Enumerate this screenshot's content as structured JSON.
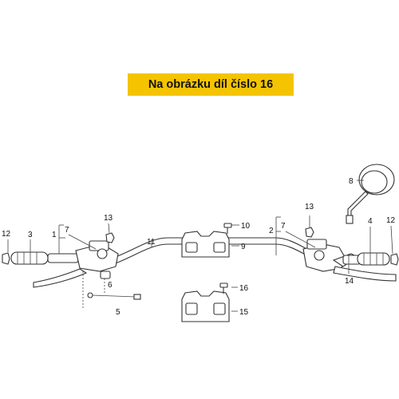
{
  "banner": {
    "text": "Na obrázku díl číslo 16"
  },
  "labels": {
    "l1": "1",
    "l2": "2",
    "l3": "3",
    "l4": "4",
    "l5": "5",
    "l6": "6",
    "l7a": "7",
    "l7b": "7",
    "l8": "8",
    "l9": "9",
    "l10": "10",
    "l11": "11",
    "l12a": "12",
    "l12b": "12",
    "l13a": "13",
    "l13b": "13",
    "l14": "14",
    "l15": "15",
    "l16": "16"
  },
  "colors": {
    "banner_bg": "#f5c400",
    "line": "#333333"
  }
}
